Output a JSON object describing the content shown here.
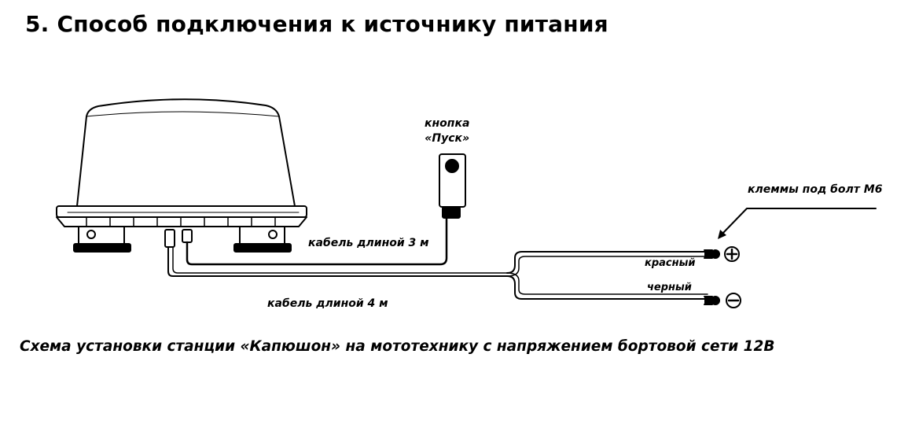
{
  "title": "5. Способ подключения к источнику питания",
  "labels": {
    "button": "кнопка «Пуск»",
    "button_line1": "кнопка",
    "button_line2": "«Пуск»",
    "terminals": "клеммы под болт М6",
    "cable_3m": "кабель длиной 3 м",
    "cable_4m": "кабель длиной 4 м",
    "red": "красный",
    "black": "черный"
  },
  "symbols": {
    "plus": "+",
    "minus": "−"
  },
  "caption": "Схема установки станции «Капюшон» на мототехнику с напряжением бортовой сети 12В"
}
